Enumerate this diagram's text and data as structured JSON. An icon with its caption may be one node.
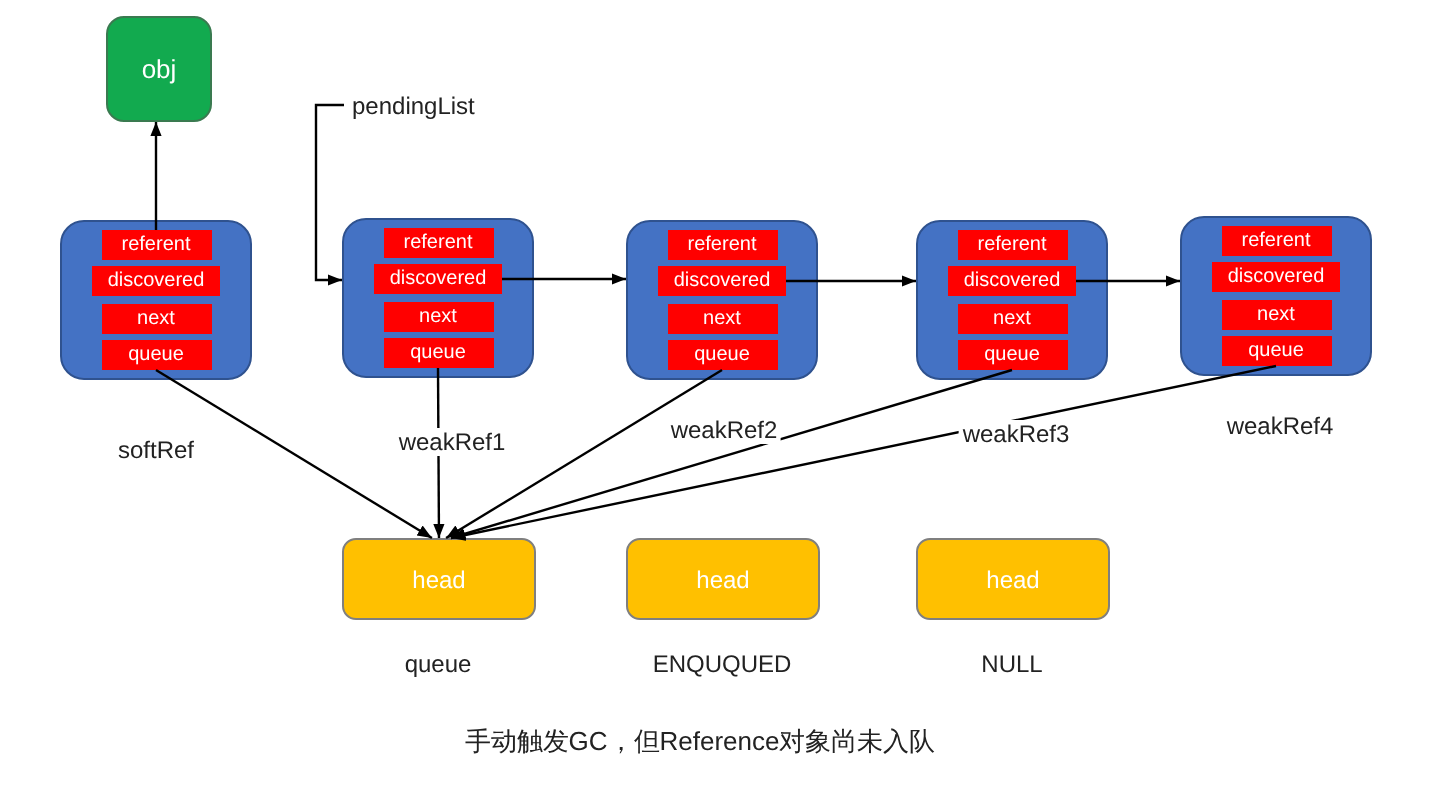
{
  "diagram": {
    "caption": "手动触发GC，但Reference对象尚未入队",
    "nodes": [
      {
        "text": [
          "obj"
        ]
      },
      {
        "text": [
          "pendingList"
        ]
      },
      {
        "text": [],
        "shape": "box",
        "beside": [
          "softRef"
        ]
      },
      {
        "text": [
          "referent"
        ],
        "in": 2
      },
      {
        "text": [
          "discovered"
        ],
        "in": 2
      },
      {
        "text": [
          "next"
        ],
        "in": 2
      },
      {
        "text": [
          "queue"
        ],
        "in": 2
      },
      {
        "text": [],
        "shape": "box",
        "beside": [
          "weakRef1"
        ]
      },
      {
        "text": [
          "referent"
        ],
        "in": 7
      },
      {
        "text": [
          "discovered"
        ],
        "in": 7
      },
      {
        "text": [
          "next"
        ],
        "in": 7
      },
      {
        "text": [
          "queue"
        ],
        "in": 7
      },
      {
        "text": [],
        "shape": "box",
        "beside": [
          "weakRef2"
        ]
      },
      {
        "text": [
          "referent"
        ],
        "in": 12
      },
      {
        "text": [
          "discovered"
        ],
        "in": 12
      },
      {
        "text": [
          "next"
        ],
        "in": 12
      },
      {
        "text": [
          "queue"
        ],
        "in": 12
      },
      {
        "text": [],
        "shape": "box",
        "beside": [
          "weakRef3"
        ]
      },
      {
        "text": [
          "referent"
        ],
        "in": 17
      },
      {
        "text": [
          "discovered"
        ],
        "in": 17
      },
      {
        "text": [
          "next"
        ],
        "in": 17
      },
      {
        "text": [
          "queue"
        ],
        "in": 17
      },
      {
        "text": [],
        "shape": "box",
        "beside": [
          "weakRef4"
        ]
      },
      {
        "text": [
          "referent"
        ],
        "in": 22
      },
      {
        "text": [
          "discovered"
        ],
        "in": 22
      },
      {
        "text": [
          "next"
        ],
        "in": 22
      },
      {
        "text": [
          "queue"
        ],
        "in": 22
      },
      {
        "text": [
          "head"
        ],
        "beside": [
          "queue"
        ]
      },
      {
        "text": [
          "head"
        ],
        "beside": [
          "ENQUQUED"
        ]
      },
      {
        "text": [
          "head"
        ],
        "beside": [
          "NULL"
        ]
      }
    ],
    "edges": [
      {
        "from": 3,
        "to": 0,
        "arrow": "to"
      },
      {
        "from": 1,
        "to": 7,
        "arrow": "to"
      },
      {
        "from": 9,
        "to": 12,
        "arrow": "to"
      },
      {
        "from": 14,
        "to": 17,
        "arrow": "to"
      },
      {
        "from": 19,
        "to": 22,
        "arrow": "to"
      },
      {
        "from": 6,
        "to": 27,
        "arrow": "to"
      },
      {
        "from": 11,
        "to": 27,
        "arrow": "to"
      },
      {
        "from": 16,
        "to": 27,
        "arrow": "to"
      },
      {
        "from": 21,
        "to": 27,
        "arrow": "to"
      },
      {
        "from": 26,
        "to": 27,
        "arrow": "to"
      }
    ]
  }
}
